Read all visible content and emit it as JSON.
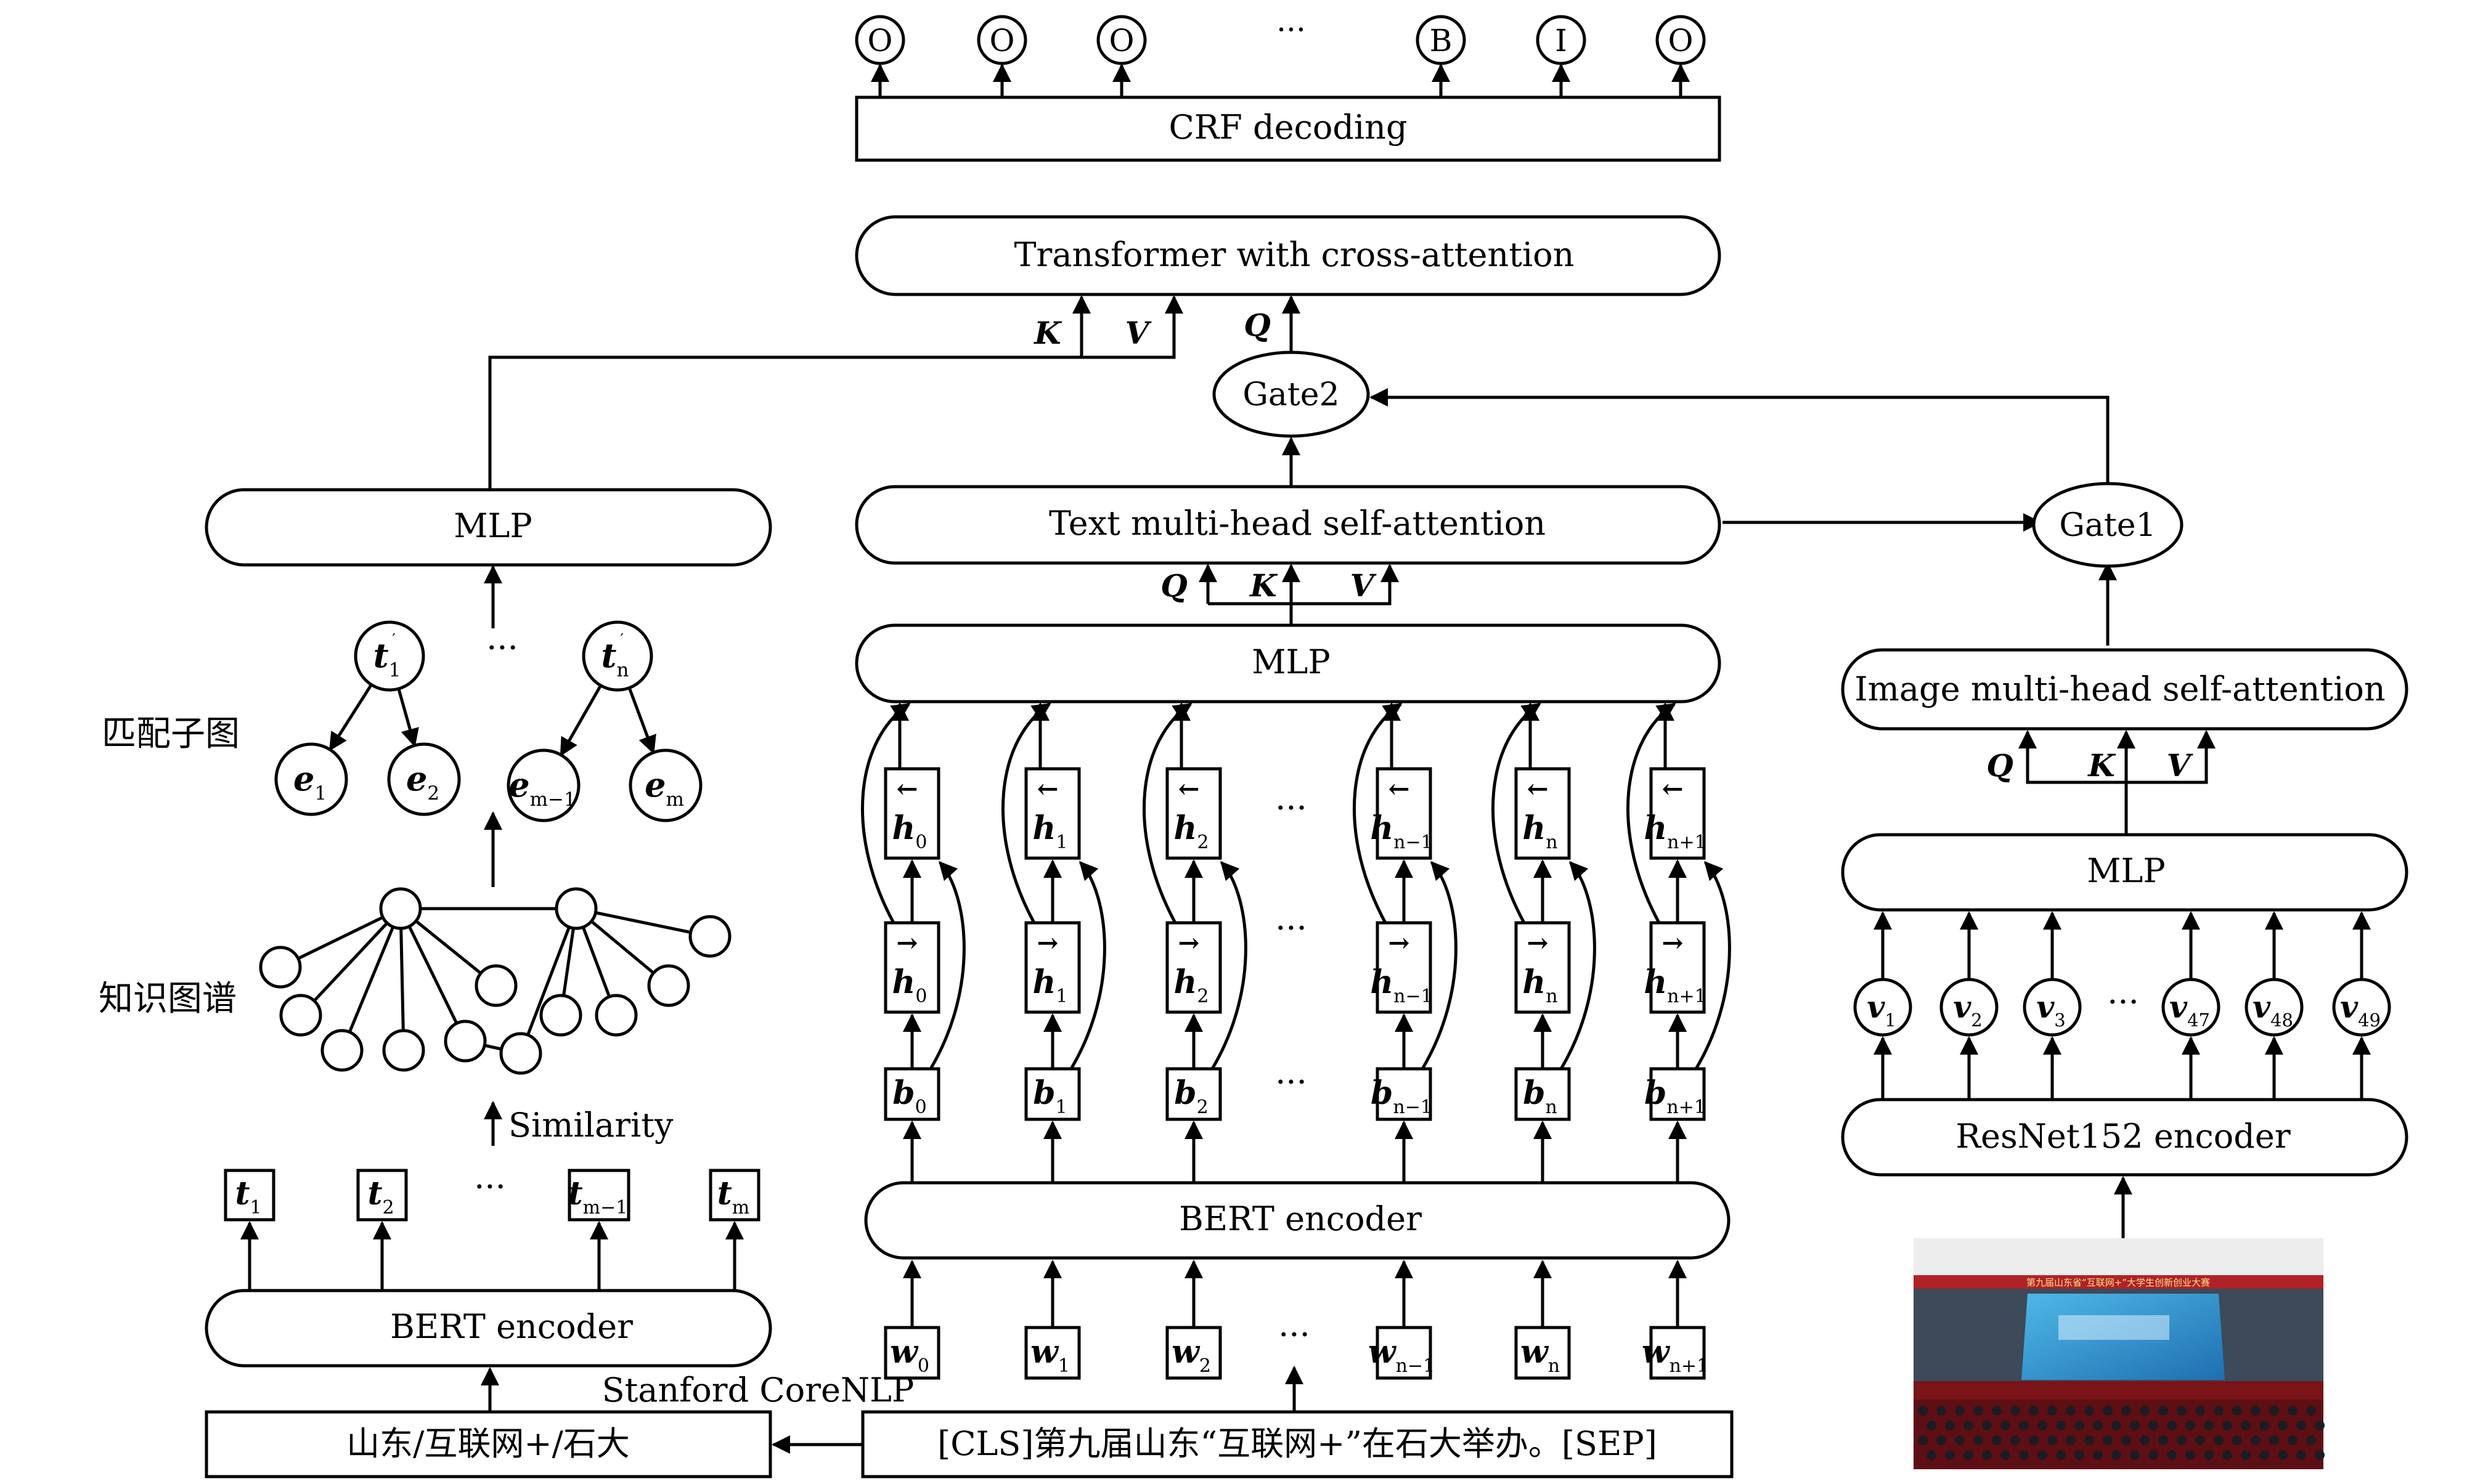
{
  "output_tags": [
    "O",
    "O",
    "O",
    "···",
    "B",
    "I",
    "O"
  ],
  "blocks": {
    "crf": "CRF decoding",
    "transformer": "Transformer with cross-attention",
    "gate2": "Gate2",
    "gate1": "Gate1",
    "text_attention": "Text multi-head self-attention",
    "image_attention": "Image multi-head self-attention",
    "mlp_center": "MLP",
    "mlp_left": "MLP",
    "mlp_right": "MLP",
    "bert_center": "BERT encoder",
    "bert_left": "BERT encoder",
    "resnet": "ResNet152 encoder"
  },
  "qkv": {
    "q": "Q",
    "k": "K",
    "v": "V"
  },
  "left": {
    "subgraph_label": "匹配子图",
    "kg_label": "知识图谱",
    "similarity": "Similarity",
    "stanford": "Stanford CoreNLP",
    "entity_text": "山东/互联网+/石大",
    "t_tokens": [
      {
        "base": "t",
        "sub": "1"
      },
      {
        "base": "t",
        "sub": "2"
      },
      {
        "base": "···",
        "sub": ""
      },
      {
        "base": "t",
        "sub": "m−1"
      },
      {
        "base": "t",
        "sub": "m"
      }
    ],
    "matched_top": [
      {
        "base": "t",
        "sub": "1"
      },
      {
        "base": "···",
        "sub": ""
      },
      {
        "base": "t",
        "sub": "n"
      }
    ],
    "matched_leaves": [
      {
        "base": "e",
        "sub": "1"
      },
      {
        "base": "e",
        "sub": "2"
      },
      {
        "base": "e",
        "sub": "m−1"
      },
      {
        "base": "e",
        "sub": "m"
      }
    ]
  },
  "center": {
    "sentence": "[CLS]第九届山东“互联网+”在石大举办。[SEP]",
    "subscripts": [
      "0",
      "1",
      "2",
      "",
      "n−1",
      "n",
      "n+1"
    ],
    "ellipsis": "···"
  },
  "right": {
    "v_tokens": [
      {
        "base": "v",
        "sub": "1"
      },
      {
        "base": "v",
        "sub": "2"
      },
      {
        "base": "v",
        "sub": "3"
      },
      {
        "base": "···",
        "sub": ""
      },
      {
        "base": "v",
        "sub": "47"
      },
      {
        "base": "v",
        "sub": "48"
      },
      {
        "base": "v",
        "sub": "49"
      }
    ],
    "photo_banner": "第九届山东省“互联网+”大学生创新创业大赛"
  }
}
